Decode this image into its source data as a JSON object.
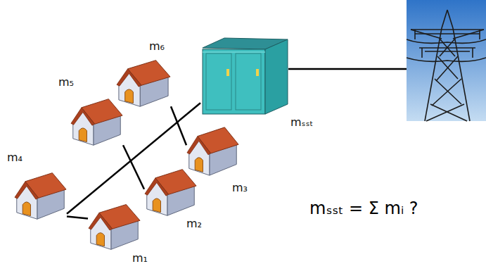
{
  "diagram": {
    "nodes": [
      {
        "text": [
          "mₛₛₜ"
        ]
      },
      {
        "text": [
          "m₁"
        ]
      },
      {
        "text": [
          "m₂"
        ]
      },
      {
        "text": [
          "m₃"
        ]
      },
      {
        "text": [
          "m₄"
        ]
      },
      {
        "text": [
          "m₅"
        ]
      },
      {
        "text": [
          "m₆"
        ]
      }
    ],
    "edges": [
      {
        "from": 0,
        "to": 4,
        "arrow": "none"
      },
      {
        "from": 4,
        "to": 1,
        "arrow": "none"
      },
      {
        "from": 5,
        "to": 2,
        "arrow": "none"
      },
      {
        "from": 6,
        "to": 3,
        "arrow": "none"
      }
    ],
    "labels": [
      "mₛₛₜ = Σ mᵢ ?"
    ]
  }
}
